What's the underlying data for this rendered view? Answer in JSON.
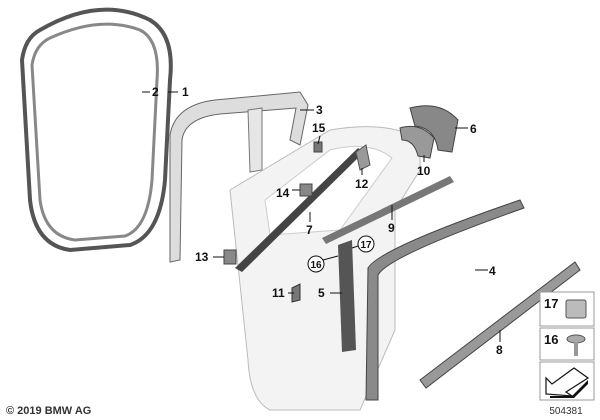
{
  "callouts": {
    "c1": "1",
    "c2": "2",
    "c3": "3",
    "c4": "4",
    "c5": "5",
    "c6": "6",
    "c7": "7",
    "c8": "8",
    "c9": "9",
    "c10": "10",
    "c11": "11",
    "c12": "12",
    "c13": "13",
    "c14": "14",
    "c15": "15",
    "c16": "16",
    "c17": "17"
  },
  "legend": {
    "item17": "17",
    "item16": "16"
  },
  "copyright": "© 2019 BMW AG",
  "diagram_number": "504381"
}
